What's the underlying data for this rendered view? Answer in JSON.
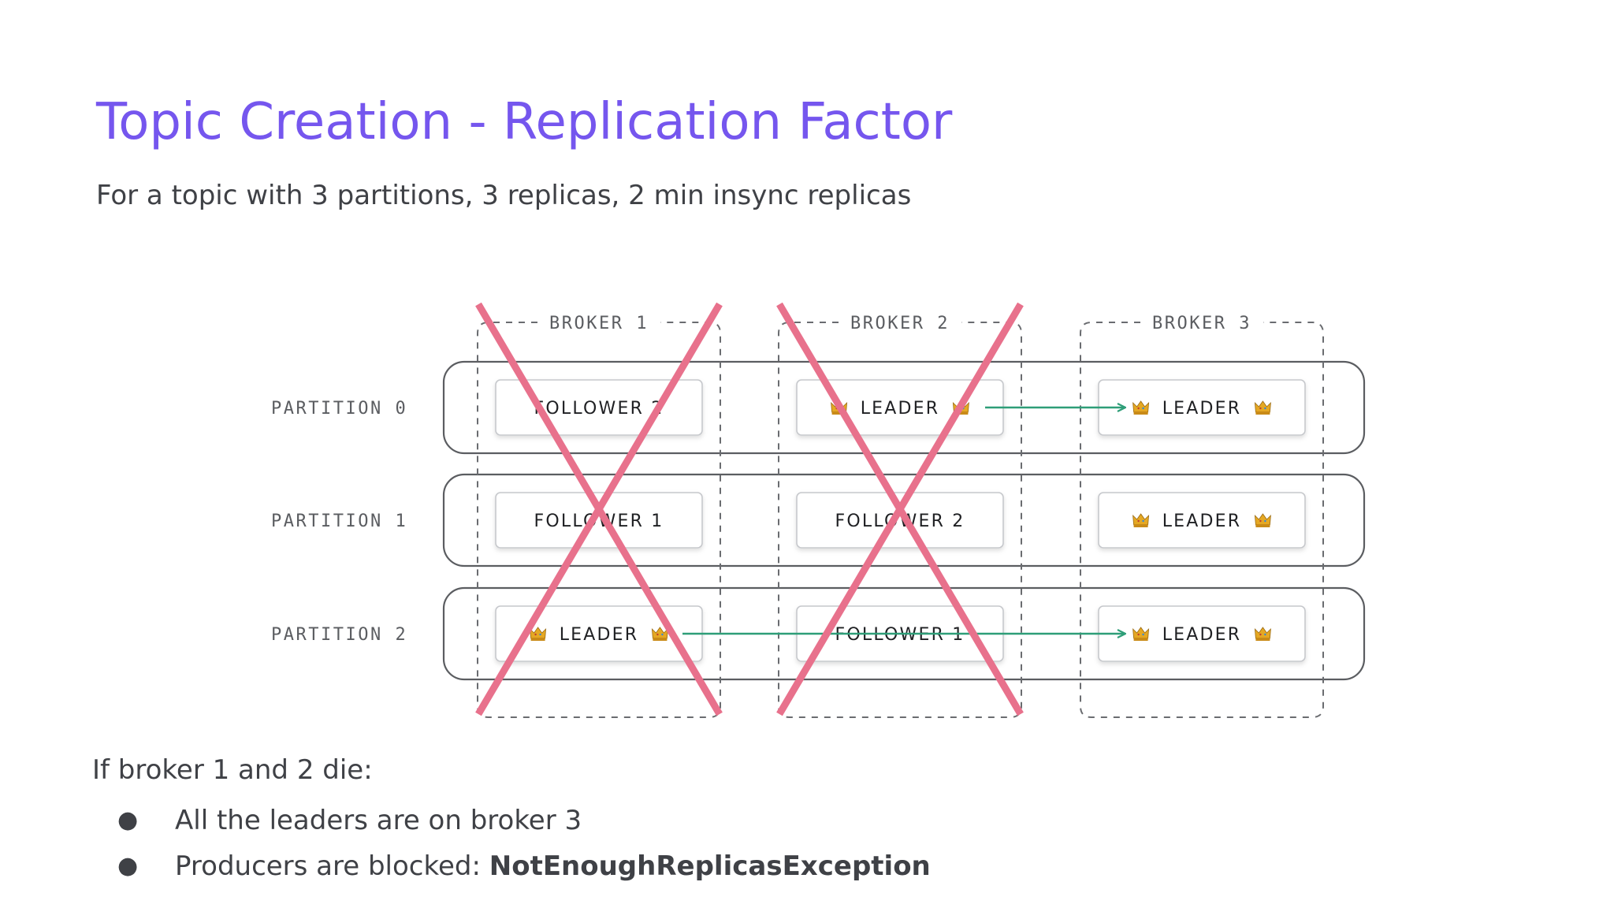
{
  "slide": {
    "title": "Topic Creation - Replication Factor",
    "subtitle": "For a topic with 3 partitions, 3 replicas, 2 min insync replicas"
  },
  "diagram": {
    "brokers": [
      {
        "label": "BROKER 1",
        "crossed_out": true
      },
      {
        "label": "BROKER 2",
        "crossed_out": true
      },
      {
        "label": "BROKER 3",
        "crossed_out": false
      }
    ],
    "partitions": [
      {
        "label": "PARTITION 0",
        "replicas": [
          "FOLLOWER 2",
          "LEADER",
          "LEADER"
        ],
        "crowns": [
          false,
          true,
          true
        ]
      },
      {
        "label": "PARTITION 1",
        "replicas": [
          "FOLLOWER 1",
          "FOLLOWER 2",
          "LEADER"
        ],
        "crowns": [
          false,
          false,
          true
        ]
      },
      {
        "label": "PARTITION 2",
        "replicas": [
          "LEADER",
          "FOLLOWER 1",
          "LEADER"
        ],
        "crowns": [
          true,
          false,
          true
        ]
      }
    ],
    "crown_icon": "crown-icon",
    "colors": {
      "cross": "#E8718C",
      "arrow": "#2E9E78",
      "title": "#7556EE"
    }
  },
  "notes": {
    "intro": "If broker 1 and 2 die:",
    "bullets": [
      {
        "text": "All the leaders are on broker 3",
        "emphasis": ""
      },
      {
        "text": "Producers are blocked: ",
        "emphasis": "NotEnoughReplicasException"
      }
    ]
  }
}
